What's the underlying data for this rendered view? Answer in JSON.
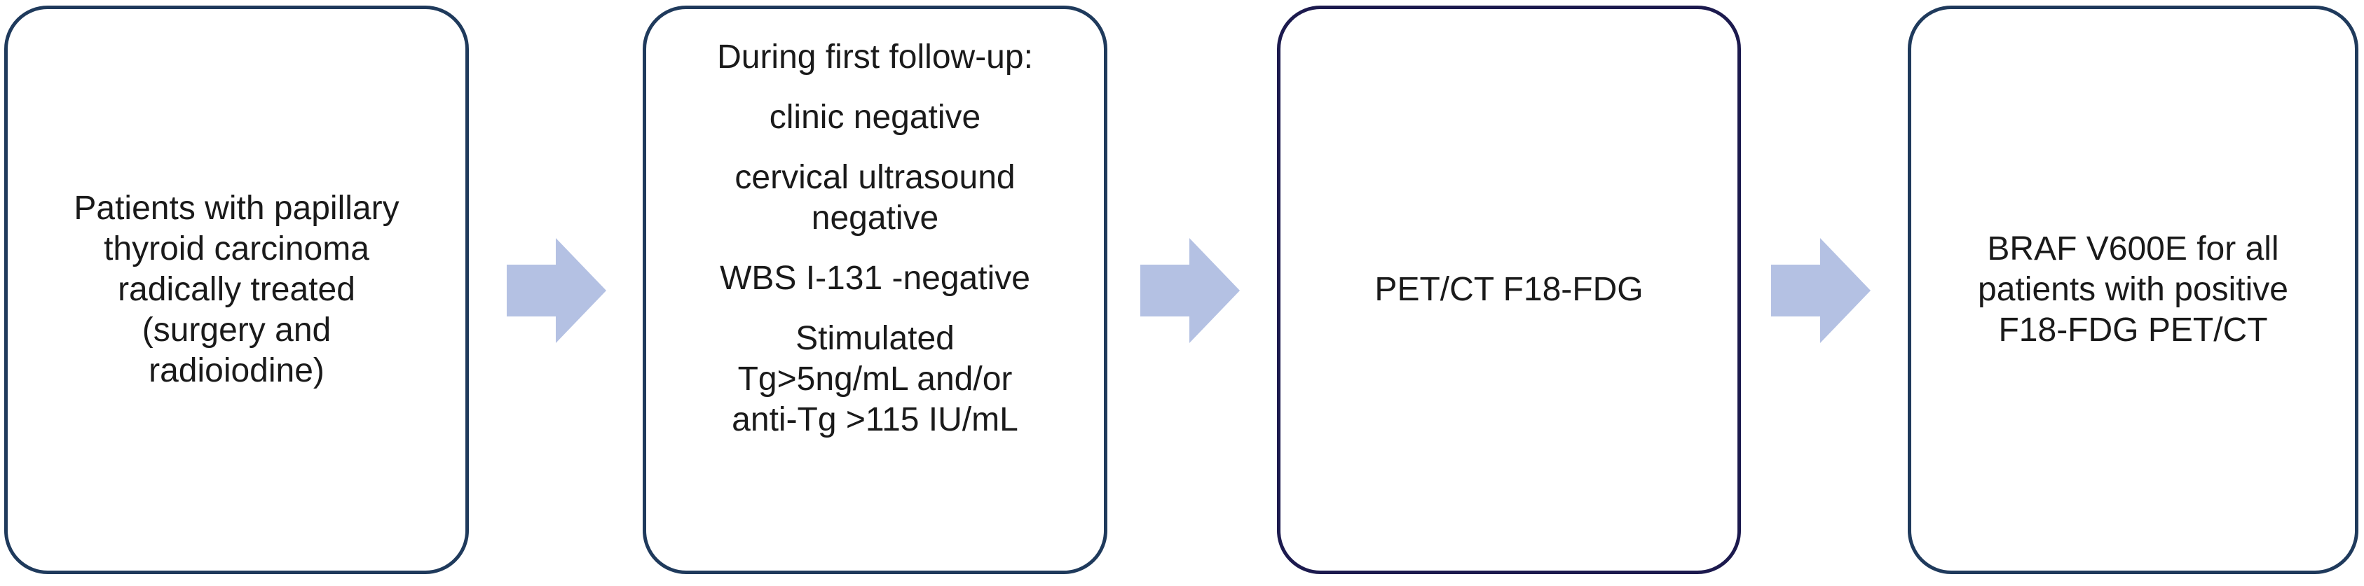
{
  "colors": {
    "box_border": "#1f3a5c",
    "box_border_dark": "#1c1a4e",
    "arrow_fill": "#b4c1e3"
  },
  "steps": [
    {
      "lines": [
        "Patients with papillary",
        "thyroid carcinoma",
        "radically treated",
        "(surgery and",
        "radioiodine)"
      ]
    },
    {
      "items": [
        [
          "During first follow-up:"
        ],
        [
          "clinic negative"
        ],
        [
          "cervical ultrasound",
          "negative"
        ],
        [
          "WBS I-131 -negative"
        ],
        [
          "Stimulated",
          "Tg>5ng/mL and/or",
          "anti-Tg >115 IU/mL"
        ]
      ]
    },
    {
      "lines": [
        "PET/CT F18-FDG"
      ]
    },
    {
      "lines": [
        "BRAF V600E for all",
        "patients with positive",
        "F18-FDG PET/CT"
      ]
    }
  ],
  "arrow_icon": "right-arrow-icon"
}
